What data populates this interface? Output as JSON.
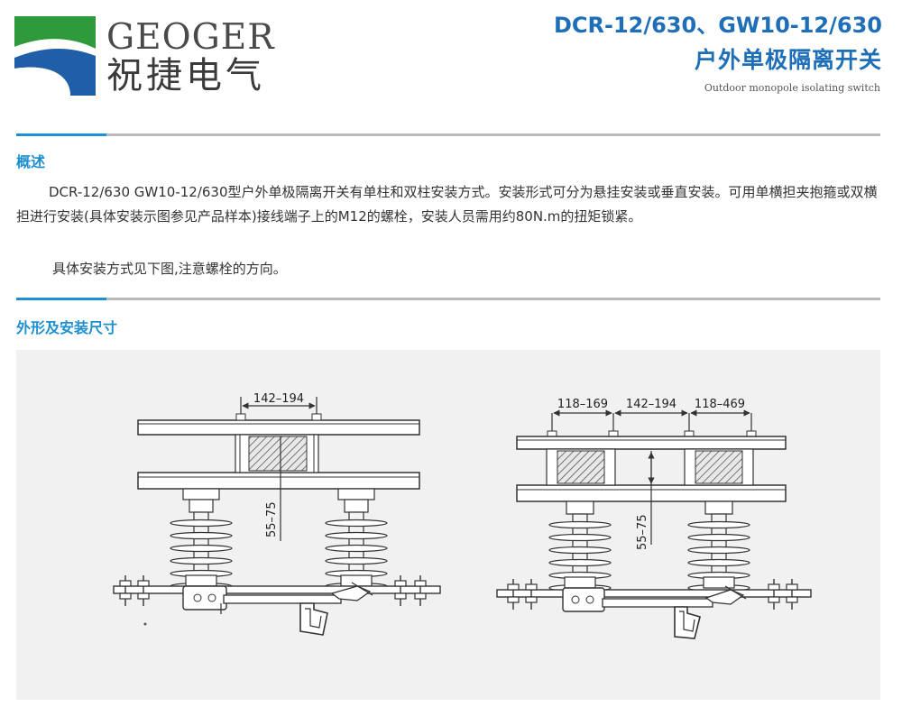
{
  "header": {
    "brand_en": "GEOGER",
    "brand_cn": "祝捷电气",
    "model": "DCR-12/630、GW10-12/630",
    "subtitle_cn": "户外单极隔离开关",
    "subtitle_en": "Outdoor monopole isolating switch",
    "logo_colors": {
      "green": "#2f9a3c",
      "blue": "#1e5fa8"
    }
  },
  "overview": {
    "title": "概述",
    "paragraph1": "DCR-12/630 GW10-12/630型户外单极隔离开关有单柱和双柱安装方式。安装形式可分为悬挂安装或垂直安装。可用单横担夹抱箍或双横担进行安装(具体安装示图参见产品样本)接线端子上的M12的螺栓，安装人员需用约80N.m的扭矩锁紧。",
    "paragraph2": "具体安装方式见下图,注意螺栓的方向。"
  },
  "dimensions": {
    "title": "外形及安装尺寸",
    "left": {
      "top_dim": "142–194",
      "side_dim": "55–75"
    },
    "right": {
      "dim1": "118–169",
      "dim2": "142–194",
      "dim3": "118–469",
      "side_dim": "55–75"
    }
  },
  "colors": {
    "accent": "#1e8fd0",
    "title_blue": "#1e6fb8",
    "rule_gray": "#b9b9b9"
  }
}
